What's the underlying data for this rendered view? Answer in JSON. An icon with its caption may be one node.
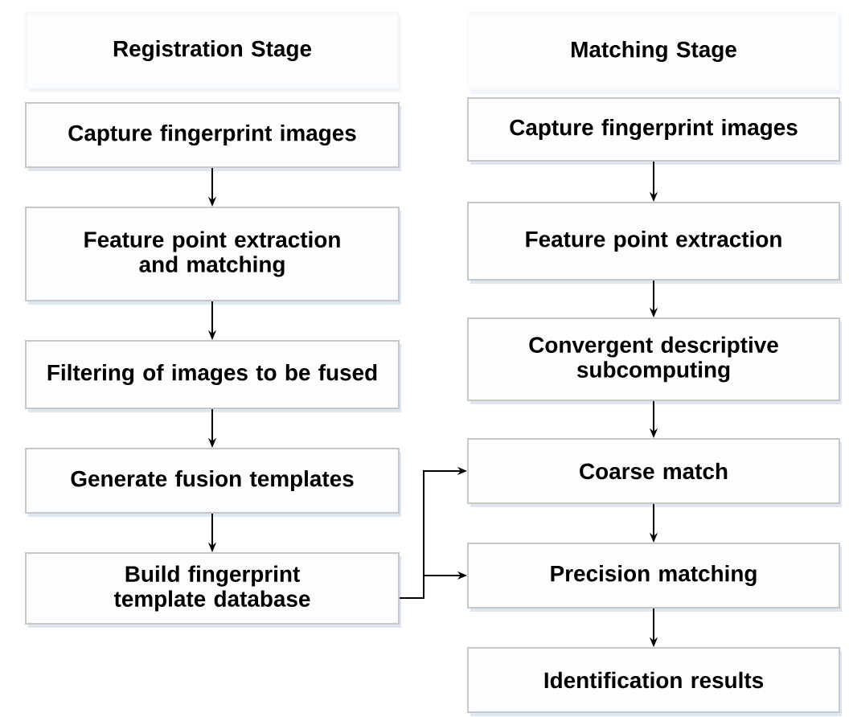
{
  "diagram": {
    "nodes": [
      {
        "text": [
          "Registration Stage"
        ]
      },
      {
        "text": [
          "Capture fingerprint images"
        ]
      },
      {
        "text": [
          "Feature point extraction and matching"
        ]
      },
      {
        "text": [
          "Filtering of images to be fused"
        ]
      },
      {
        "text": [
          "Generate fusion templates"
        ]
      },
      {
        "text": [
          "Build fingerprint template database"
        ]
      },
      {
        "text": [
          "Matching Stage"
        ]
      },
      {
        "text": [
          "Capture fingerprint images"
        ]
      },
      {
        "text": [
          "Feature point extraction"
        ]
      },
      {
        "text": [
          "Convergent descriptive subcomputing"
        ]
      },
      {
        "text": [
          "Coarse match"
        ]
      },
      {
        "text": [
          "Precision matching"
        ]
      },
      {
        "text": [
          "Identification results"
        ]
      }
    ],
    "edges": [
      {
        "from": 1,
        "to": 2,
        "arrow": "to"
      },
      {
        "from": 2,
        "to": 3,
        "arrow": "to"
      },
      {
        "from": 3,
        "to": 4,
        "arrow": "to"
      },
      {
        "from": 4,
        "to": 5,
        "arrow": "to"
      },
      {
        "from": 7,
        "to": 8,
        "arrow": "to"
      },
      {
        "from": 8,
        "to": 9,
        "arrow": "to"
      },
      {
        "from": 9,
        "to": 10,
        "arrow": "to"
      },
      {
        "from": 10,
        "to": 11,
        "arrow": "to"
      },
      {
        "from": 11,
        "to": 12,
        "arrow": "to"
      },
      {
        "from": 5,
        "to": 10,
        "arrow": "to"
      },
      {
        "from": 5,
        "to": 11,
        "arrow": "to"
      }
    ]
  }
}
